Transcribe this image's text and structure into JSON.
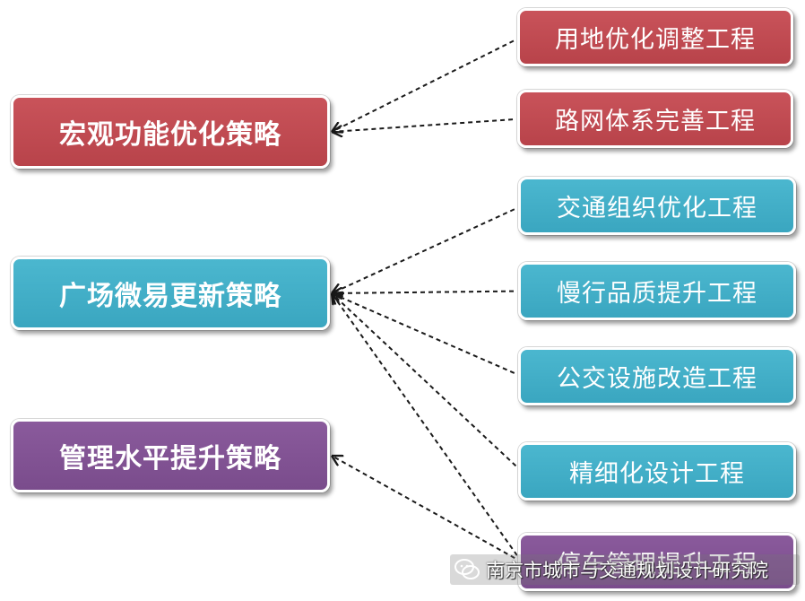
{
  "strategies": [
    {
      "label": "宏观功能优化策略",
      "color": "#c0494f"
    },
    {
      "label": "广场微易更新策略",
      "color": "#42aec8"
    },
    {
      "label": "管理水平提升策略",
      "color": "#7f5391"
    }
  ],
  "projects": [
    {
      "label": "用地优化调整工程",
      "strategy": 0
    },
    {
      "label": "路网体系完善工程",
      "strategy": 0
    },
    {
      "label": "交通组织优化工程",
      "strategy": 1
    },
    {
      "label": "慢行品质提升工程",
      "strategy": 1
    },
    {
      "label": "公交设施改造工程",
      "strategy": 1
    },
    {
      "label": "精细化设计工程",
      "strategy": 1
    },
    {
      "label": "停车管理提升工程",
      "strategy": 1
    }
  ],
  "extra_links": [
    {
      "from_project": 6,
      "to_strategy": 2
    }
  ],
  "watermark": {
    "text": "南京市城市与交通规划设计研究院",
    "icon": "wechat-icon"
  }
}
